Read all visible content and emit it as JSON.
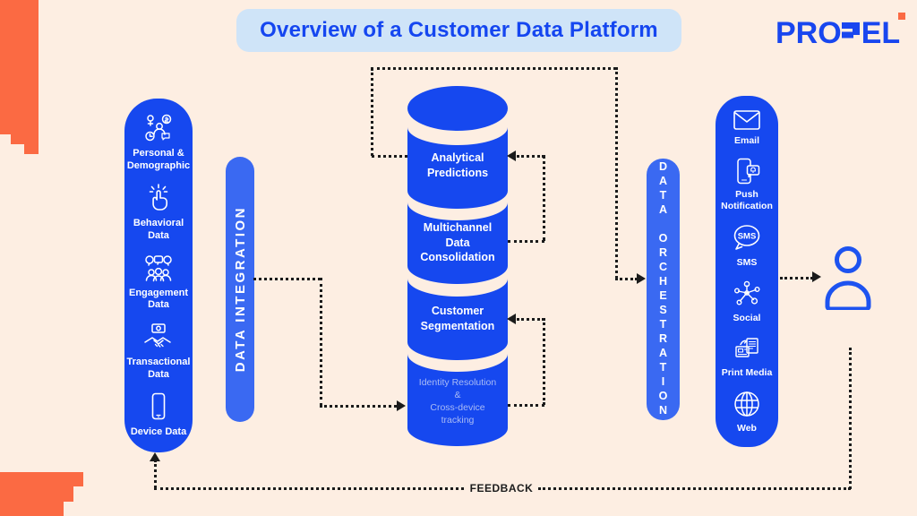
{
  "title": "Overview of a Customer Data Platform",
  "logo": {
    "text_left": "PRO",
    "text_right": "EL",
    "full": "PROPEL"
  },
  "data_sources": {
    "items": [
      {
        "label": "Personal & Demographic",
        "icon": "personal-demographic-icon"
      },
      {
        "label": "Behavioral Data",
        "icon": "behavioral-icon"
      },
      {
        "label": "Engagement Data",
        "icon": "engagement-icon"
      },
      {
        "label": "Transactional Data",
        "icon": "transactional-icon"
      },
      {
        "label": "Device Data",
        "icon": "device-icon"
      }
    ]
  },
  "integration": {
    "label": "DATA INTEGRATION"
  },
  "orchestration": {
    "label": "DATA ORCHESTRATION"
  },
  "cdp": {
    "segments": [
      {
        "label": "Analytical Predictions"
      },
      {
        "label": "Multichannel Data Consolidation"
      },
      {
        "label": "Customer Segmentation"
      },
      {
        "label": "Identity Resolution & Cross-device tracking",
        "lines": [
          "Identity Resolution",
          "&",
          "Cross-device tracking"
        ]
      }
    ]
  },
  "channels": {
    "items": [
      {
        "label": "Email",
        "icon": "email-icon"
      },
      {
        "label": "Push Notification",
        "icon": "push-notification-icon"
      },
      {
        "label": "SMS",
        "icon": "sms-icon",
        "bubble_text": "SMS"
      },
      {
        "label": "Social",
        "icon": "social-icon"
      },
      {
        "label": "Print Media",
        "icon": "print-media-icon"
      },
      {
        "label": "Web",
        "icon": "web-icon"
      }
    ]
  },
  "feedback": {
    "label": "FEEDBACK"
  },
  "colors": {
    "background": "#fdeee2",
    "panel_blue": "#1648ef",
    "pill_blue": "#3a69f2",
    "title_bg": "#cfe4f8",
    "title_text": "#1546f0",
    "accent_orange": "#fb6a43",
    "connector_dark": "#1b1b1b",
    "identity_text": "#a9bbf5",
    "person_blue": "#1d53f0"
  }
}
